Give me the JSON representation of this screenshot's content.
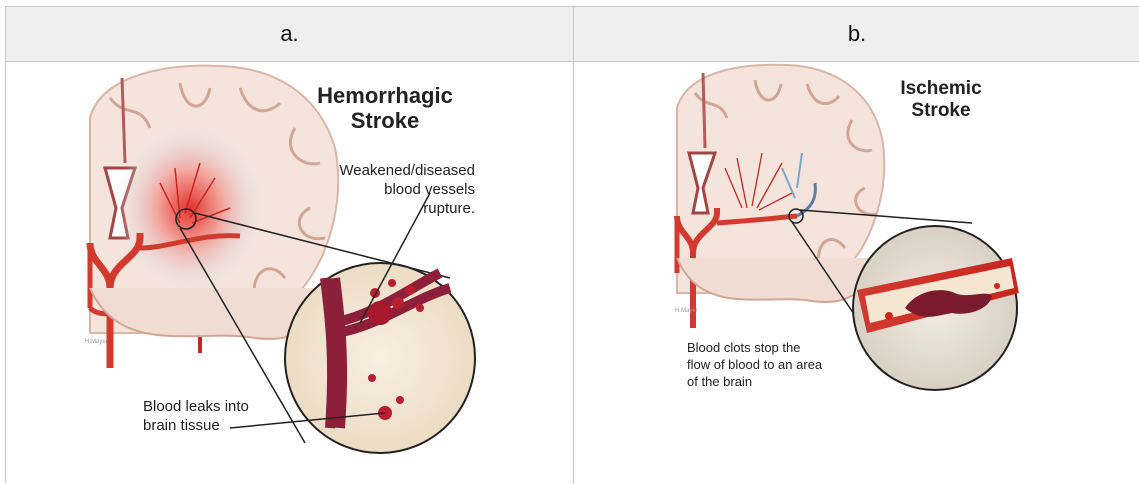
{
  "table": {
    "header_a": "a.",
    "header_b": "b."
  },
  "panel_a": {
    "title_line1": "Hemorrhagic",
    "title_line2": "Stroke",
    "callout1_line1": "Weakened/diseased",
    "callout1_line2": "blood vessels",
    "callout1_line3": "rupture.",
    "callout2_line1": "Blood leaks into",
    "callout2_line2": "brain tissue",
    "signature": "H.Mayer"
  },
  "panel_b": {
    "title_line1": "Ischemic",
    "title_line2": "Stroke",
    "callout_line1": "Blood clots stop the",
    "callout_line2": "flow of blood to an area",
    "callout_line3": "of the brain",
    "signature": "H.Mayer"
  }
}
